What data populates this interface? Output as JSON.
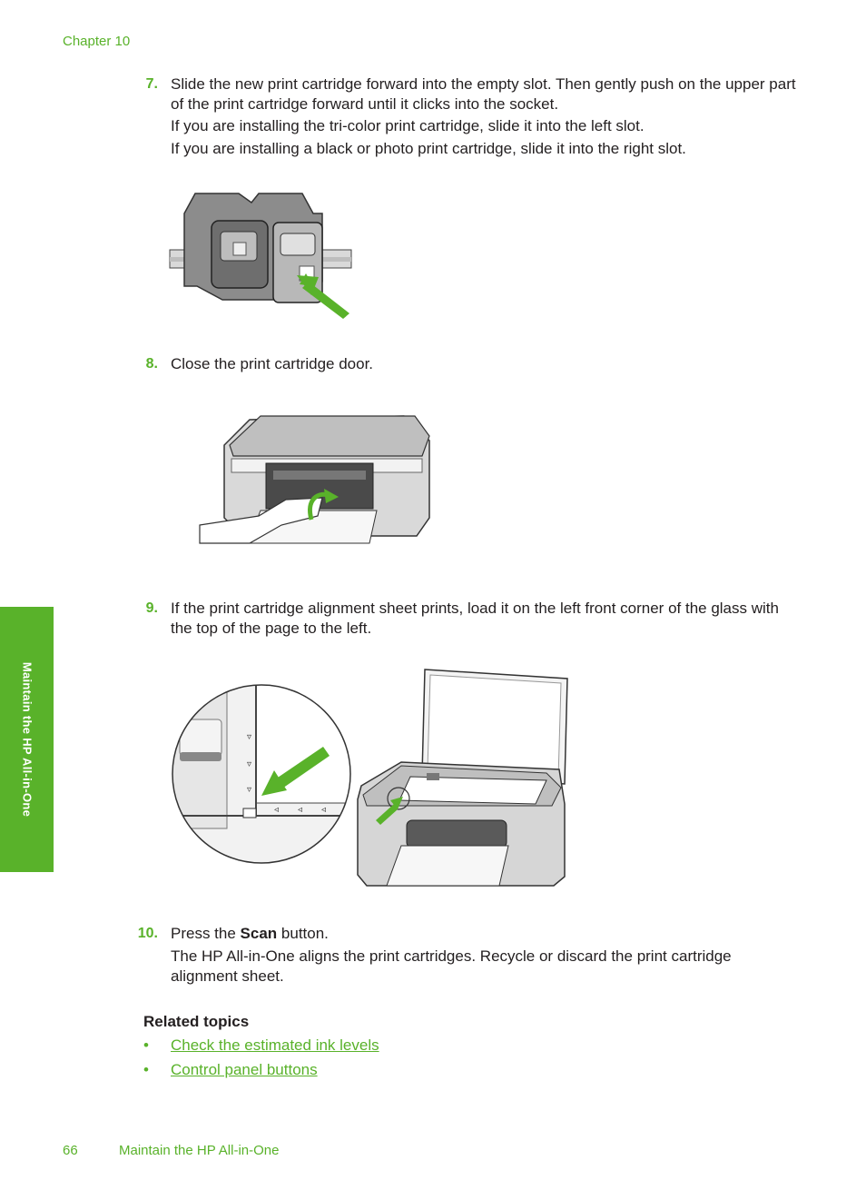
{
  "header": {
    "chapter": "Chapter 10"
  },
  "side_tab": {
    "label": "Maintain the HP All-in-One"
  },
  "steps": [
    {
      "number": "7.",
      "lines": [
        "Slide the new print cartridge forward into the empty slot. Then gently push on the upper part of the print cartridge forward until it clicks into the socket.",
        "If you are installing the tri-color print cartridge, slide it into the left slot.",
        "If you are installing a black or photo print cartridge, slide it into the right slot."
      ]
    },
    {
      "number": "8.",
      "lines": [
        "Close the print cartridge door."
      ]
    },
    {
      "number": "9.",
      "lines": [
        "If the print cartridge alignment sheet prints, load it on the left front corner of the glass with the top of the page to the left."
      ]
    },
    {
      "number": "10.",
      "text_before": "Press the ",
      "bold": "Scan",
      "text_after": " button.",
      "lines": [
        "The HP All-in-One aligns the print cartridges. Recycle or discard the print cartridge alignment sheet."
      ]
    }
  ],
  "related": {
    "heading": "Related topics",
    "bullet": "•",
    "links": [
      "Check the estimated ink levels",
      "Control panel buttons"
    ]
  },
  "footer": {
    "page_number": "66",
    "title": "Maintain the HP All-in-One"
  },
  "colors": {
    "accent": "#59b22a",
    "text": "#231f20"
  }
}
